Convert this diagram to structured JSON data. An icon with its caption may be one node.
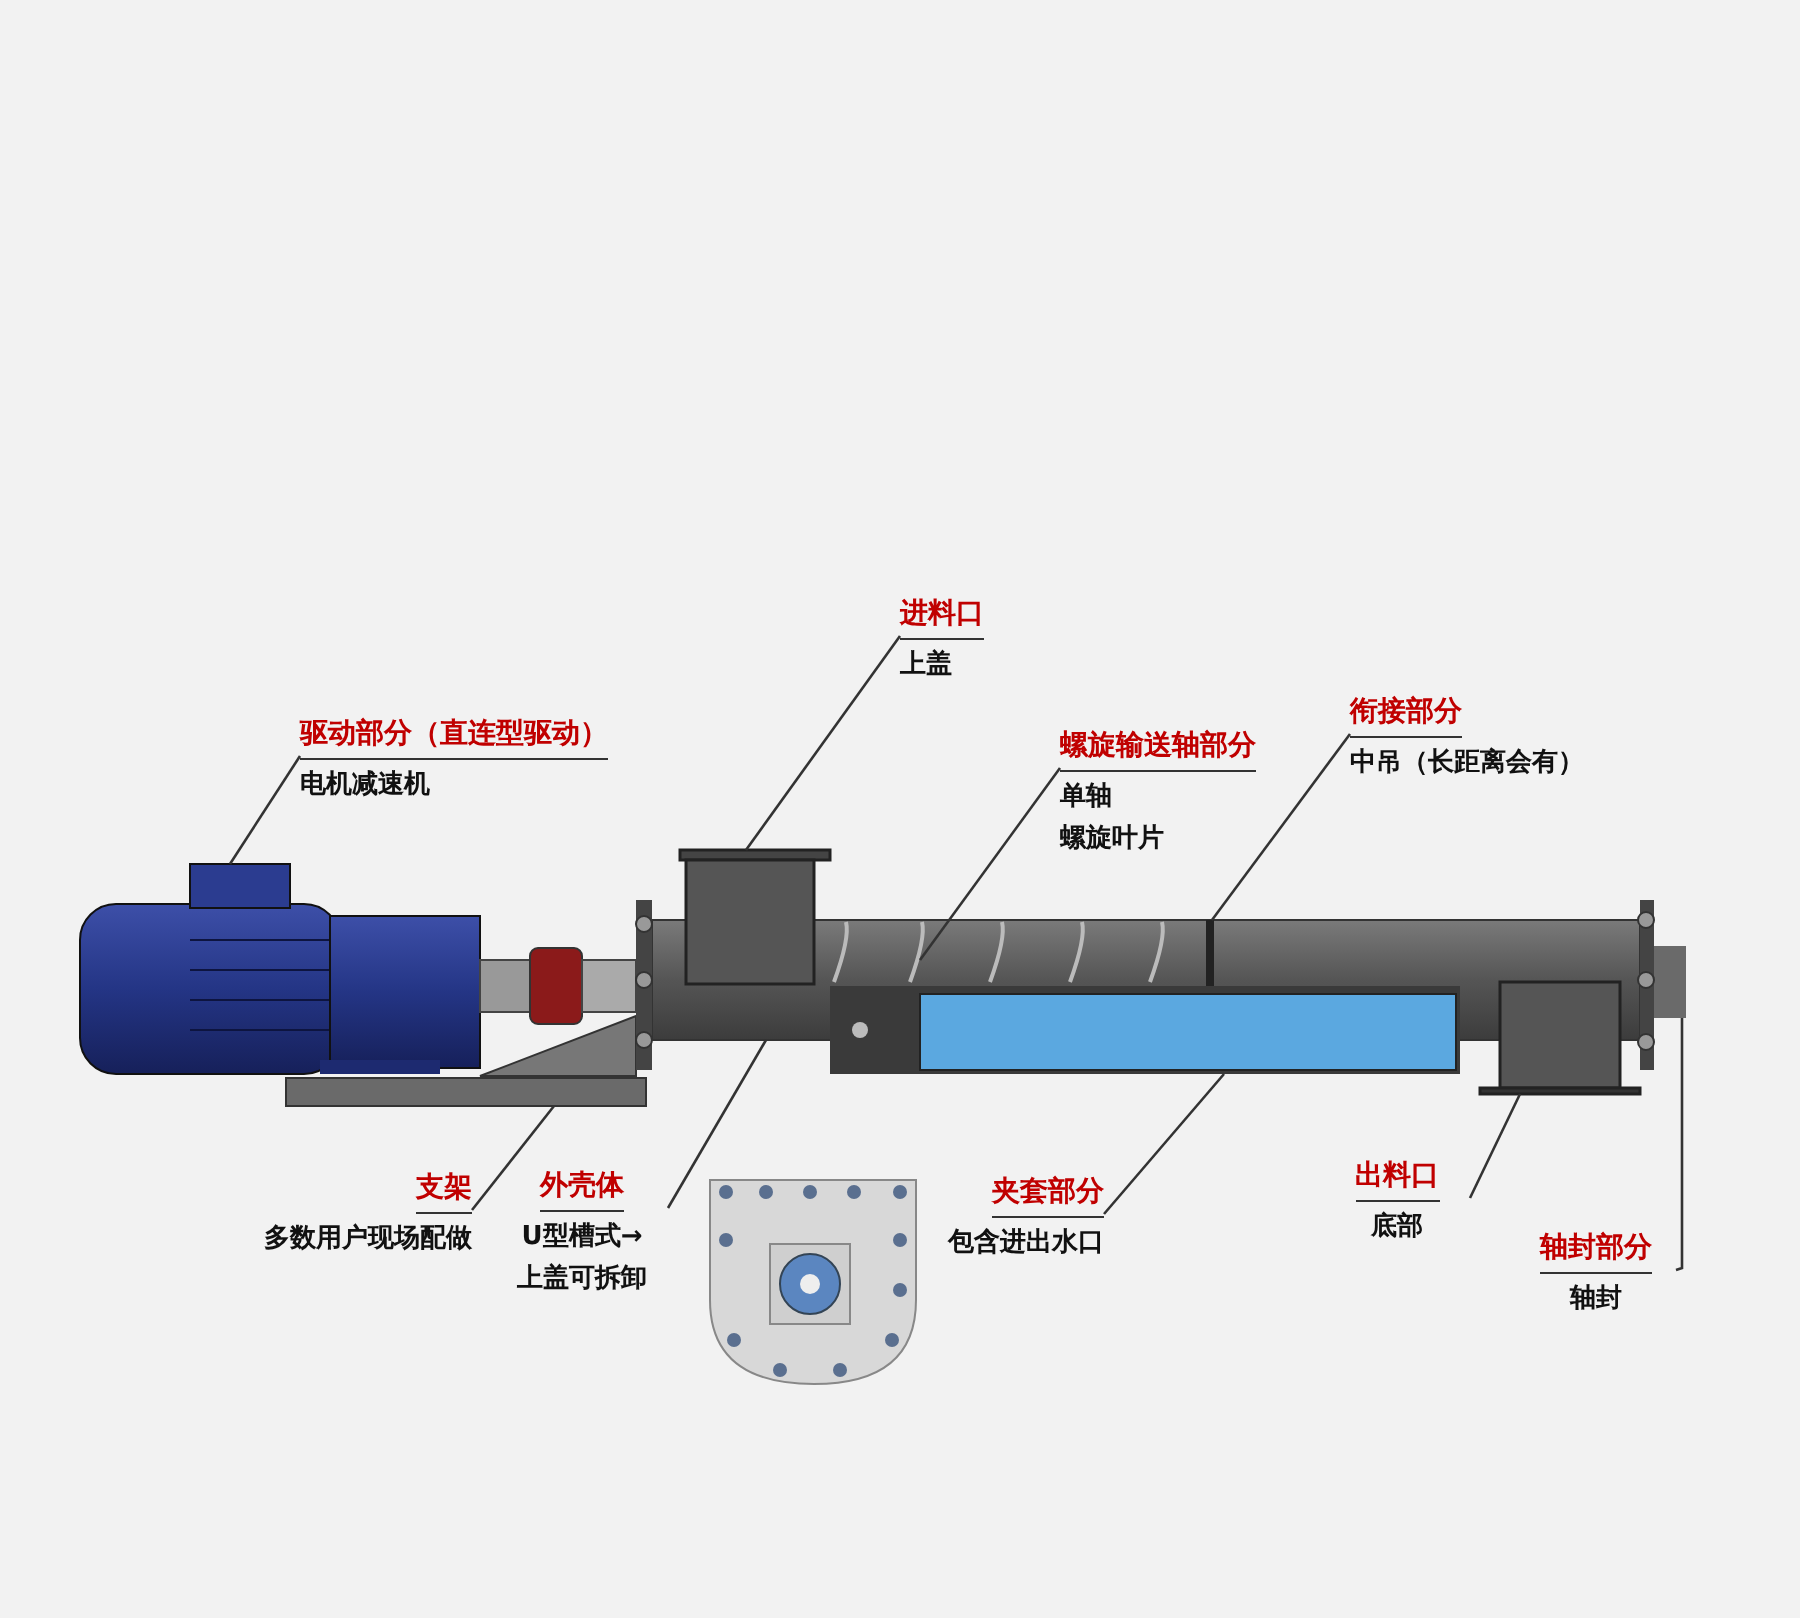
{
  "diagram": {
    "nodes": [
      {
        "text": [
          "驱动部分（直连型驱动）",
          "电机减速机"
        ]
      },
      {
        "text": [
          "进料口",
          "上盖"
        ]
      },
      {
        "text": [
          "螺旋输送轴部分",
          "单轴",
          "螺旋叶片"
        ]
      },
      {
        "text": [
          "衔接部分",
          "中吊（长距离会有）"
        ]
      },
      {
        "text": [
          "支架",
          "多数用户现场配做"
        ]
      },
      {
        "text": [
          "外壳体",
          "U型槽式→",
          "上盖可拆卸"
        ]
      },
      {
        "text": [
          "夹套部分",
          "包含进出水口"
        ]
      },
      {
        "text": [
          "出料口",
          "底部"
        ]
      },
      {
        "text": [
          "轴封部分",
          "轴封"
        ]
      },
      {
        "text": [],
        "shape": "picture"
      },
      {
        "text": [],
        "shape": "box"
      },
      {
        "text": [],
        "shape": "picture",
        "in": 14
      },
      {
        "text": [],
        "shape": "bar",
        "in": 14
      },
      {
        "text": [],
        "shape": "picture"
      },
      {
        "text": [],
        "shape": "picture"
      },
      {
        "text": [],
        "shape": "picture"
      },
      {
        "text": [],
        "shape": "box"
      },
      {
        "text": [],
        "shape": "picture"
      }
    ],
    "edges": [
      {
        "from": 0,
        "to": 9,
        "arrow": "none"
      },
      {
        "from": 1,
        "to": 10,
        "arrow": "none"
      },
      {
        "from": 2,
        "to": 11,
        "arrow": "none"
      },
      {
        "from": 3,
        "to": 12,
        "arrow": "none"
      },
      {
        "from": 4,
        "to": 13,
        "arrow": "none"
      },
      {
        "from": 5,
        "to": 14,
        "arrow": "none"
      },
      {
        "from": 6,
        "to": 15,
        "arrow": "none"
      },
      {
        "from": 7,
        "to": 16,
        "arrow": "none"
      },
      {
        "from": 8,
        "to": 17,
        "arrow": "none"
      }
    ]
  }
}
